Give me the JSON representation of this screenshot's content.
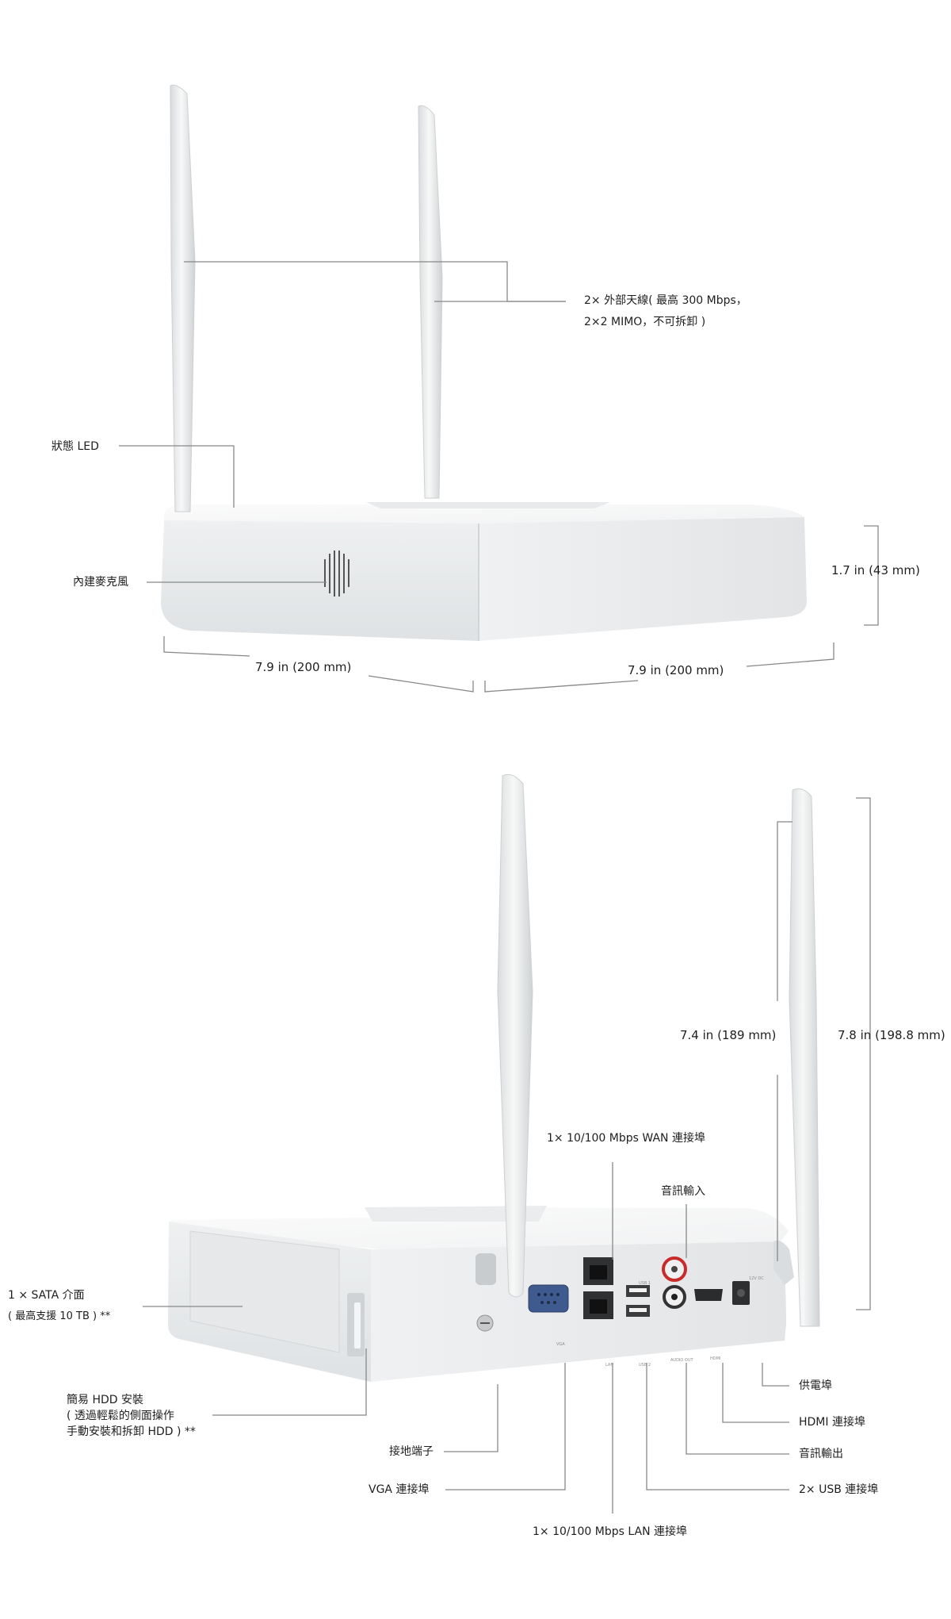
{
  "top": {
    "antenna_label": [
      "2× 外部天線( 最高 300 Mbps，",
      "2×2 MIMO，不可拆卸 )"
    ],
    "status_led": "狀態 LED",
    "microphone": "內建麥克風",
    "height_dim": "1.7 in (43 mm)",
    "width_left_dim": "7.9 in (200 mm)",
    "width_right_dim": "7.9 in (200 mm)"
  },
  "bottom": {
    "antenna_short_dim": "7.4 in (189 mm)",
    "antenna_long_dim": "7.8 in (198.8 mm)",
    "wan_port": "1× 10/100 Mbps WAN 連接埠",
    "audio_in": "音訊輸入",
    "sata": [
      "1 × SATA 介面",
      "( 最高支援 10 TB ) **"
    ],
    "hdd": [
      "簡易 HDD 安裝",
      "( 透過輕鬆的側面操作",
      "手動安裝和拆卸 HDD ) **"
    ],
    "power": "供電埠",
    "hdmi": "HDMI 連接埠",
    "audio_out": "音訊輸出",
    "usb": "2× USB 連接埠",
    "ground": "接地端子",
    "vga": "VGA 連接埠",
    "lan_port": "1× 10/100 Mbps LAN 連接埠"
  },
  "panel_marks": {
    "vga": "VGA",
    "lan": "LAN",
    "usb1": "USB 1",
    "usb2": "USB 2",
    "audio_out": "AUDIO OUT",
    "hdmi": "HDMI",
    "dc": "12V DC"
  }
}
